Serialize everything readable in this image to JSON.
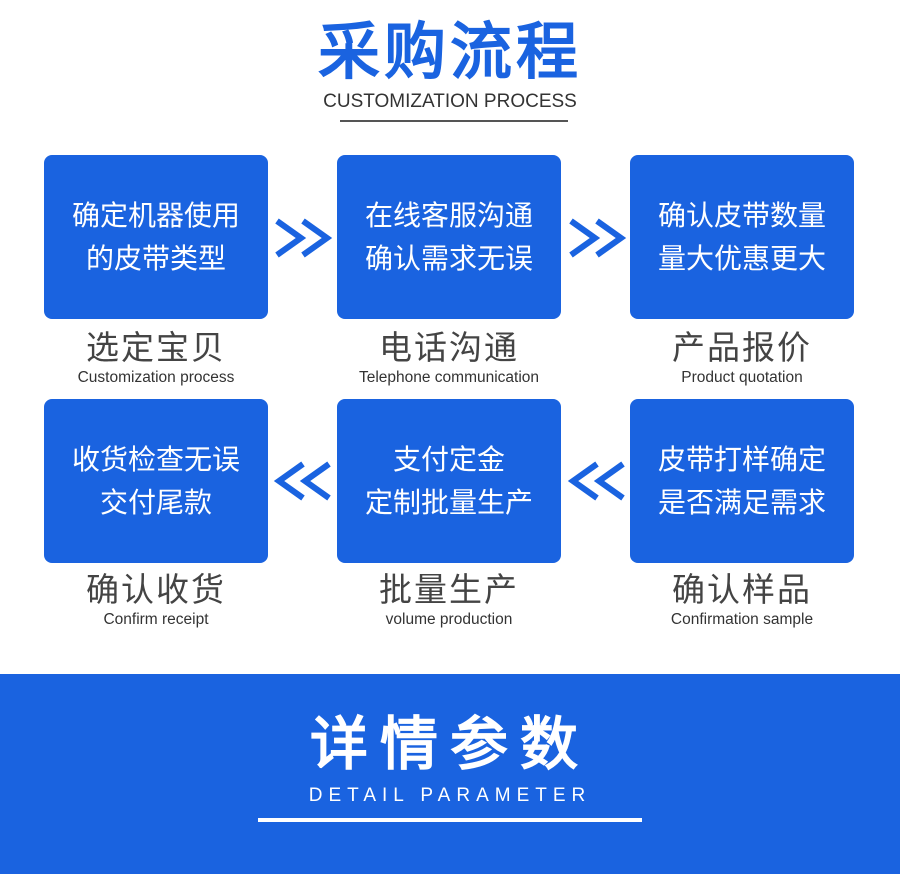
{
  "header": {
    "title": "采购流程",
    "subtitle": "CUSTOMIZATION PROCESS"
  },
  "steps": [
    {
      "box_text": "确定机器使用\n的皮带类型",
      "label": "选定宝贝",
      "sub": "Customization process"
    },
    {
      "box_text": "在线客服沟通\n确认需求无误",
      "label": "电话沟通",
      "sub": "Telephone communication"
    },
    {
      "box_text": "确认皮带数量\n量大优惠更大",
      "label": "产品报价",
      "sub": "Product quotation"
    },
    {
      "box_text": "皮带打样确定\n是否满足需求",
      "label": "确认样品",
      "sub": "Confirmation sample"
    },
    {
      "box_text": "支付定金\n定制批量生产",
      "label": "批量生产",
      "sub": "volume production"
    },
    {
      "box_text": "收货检查无误\n交付尾款",
      "label": "确认收货",
      "sub": "Confirm receipt"
    }
  ],
  "arrows": {
    "forward": "double-chevron-right-icon",
    "backward": "double-chevron-left-icon"
  },
  "banner": {
    "title": "详情参数",
    "subtitle": "DETAIL PARAMETER"
  },
  "colors": {
    "primary": "#1a63e0",
    "text_dark": "#444444",
    "white": "#ffffff"
  }
}
